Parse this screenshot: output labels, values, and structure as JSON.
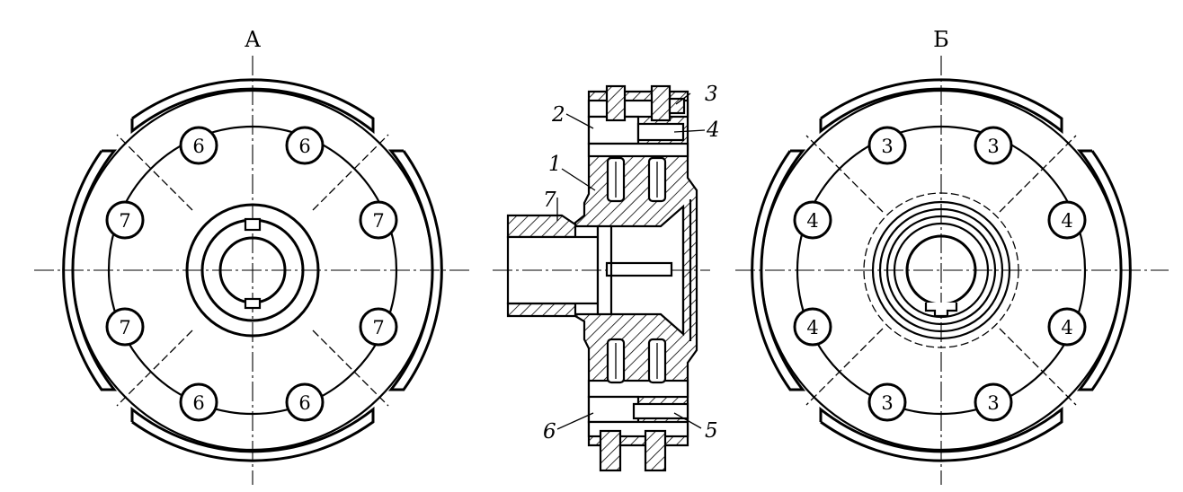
{
  "views": {
    "left": {
      "title": "A",
      "hole_labels": [
        "6",
        "6",
        "7",
        "7",
        "7",
        "7",
        "6",
        "6"
      ]
    },
    "right": {
      "title": "Б",
      "hole_labels": [
        "3",
        "3",
        "4",
        "4",
        "4",
        "4",
        "3",
        "3"
      ]
    }
  },
  "section": {
    "callouts": [
      "1",
      "2",
      "3",
      "4",
      "5",
      "6",
      "7"
    ]
  }
}
